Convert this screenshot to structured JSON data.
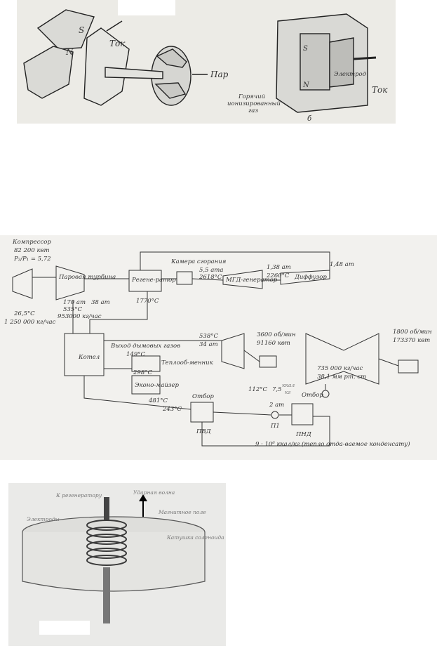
{
  "fig1": {
    "left": {
      "pole_s": "S",
      "pole_n": "N",
      "current": "Ток",
      "steam": "Пар"
    },
    "right": {
      "pole_s": "S",
      "pole_n": "N",
      "electrode": "Электрод",
      "current": "Ток",
      "gas_line1": "Горячий",
      "gas_line2": "ионизированный",
      "gas_line3": "газ",
      "panel_letter": "б"
    }
  },
  "fig2": {
    "compressor": {
      "title": "Компрессор",
      "power": "82 200 квт",
      "ratio": "P₂/P₁ = 5,72",
      "inlet_temp": "26,5°С",
      "inlet_flow": "1 250 000 кг/час"
    },
    "steam_turbine": "Паровая турбина",
    "turbine_params": [
      "170 ат",
      "535°С",
      "953000 кг/час"
    ],
    "p38": "38 ат",
    "regenerator": "Регене-ратор",
    "regen_temp": "1770°С",
    "combustion": "Камера сгорания",
    "comb_params": [
      "5,5 ата",
      "2618°С"
    ],
    "mhd": "МГД-генератор",
    "mhd_out": [
      "1,38 ат",
      "2260°С"
    ],
    "p148": "1,48 ат",
    "diffuser": "Диффузор",
    "boiler": "Котел",
    "flue_gas": "Выход дымовых газов",
    "flue_temp": "149°С",
    "t298": "298°С",
    "heat_exchanger": "Теплооб-менник",
    "economizer": "Эконо-майзер",
    "t481": "481°С",
    "t538": [
      "538°С",
      "34 ат"
    ],
    "gen1": [
      "3600 об/мин",
      "91160 квт"
    ],
    "gen2": [
      "1800 об/мин",
      "173370 квт"
    ],
    "condenser": [
      "735 000 кг/час",
      "38,1 мм рт. ст"
    ],
    "t112": "112°С",
    "kcal": [
      "7,5",
      "ккал",
      "кг"
    ],
    "p2": "2 ат",
    "bleed1": "Отбор",
    "bleed2": "Отбор",
    "t243": "243°С",
    "pvd": "ПВД",
    "p1": "П1",
    "pnd": "ПНД",
    "note": "9 · 10⁶ ккал/кг (тепло отда-ваемое конденсату)"
  },
  "fig3": {
    "to_regen": "К регенератору",
    "shock_wave": "Ударная волна",
    "magnetic_field": "Магнитное поле",
    "electrodes": "Электроды",
    "solenoid": "Катушка соленоида"
  }
}
